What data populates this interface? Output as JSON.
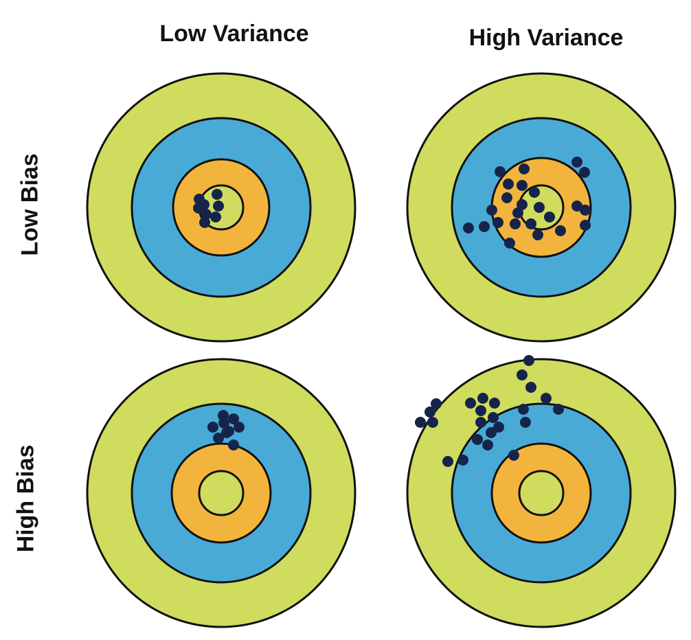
{
  "column_labels": [
    "Low Variance",
    "High Variance"
  ],
  "row_labels": [
    "Low Bias",
    "High Bias"
  ],
  "colors": {
    "outer_ring": "#cfdc5e",
    "middle_ring": "#4aaad6",
    "inner_ring": "#f2b43d",
    "bullseye": "#cfdc5e",
    "outline": "#111111",
    "shot": "#16244b"
  },
  "panels": [
    {
      "name": "low-bias-low-variance",
      "row": "Low Bias",
      "column": "Low Variance"
    },
    {
      "name": "low-bias-high-variance",
      "row": "Low Bias",
      "column": "High Variance"
    },
    {
      "name": "high-bias-low-variance",
      "row": "High Bias",
      "column": "Low Variance"
    },
    {
      "name": "high-bias-high-variance",
      "row": "High Bias",
      "column": "High Variance"
    }
  ]
}
